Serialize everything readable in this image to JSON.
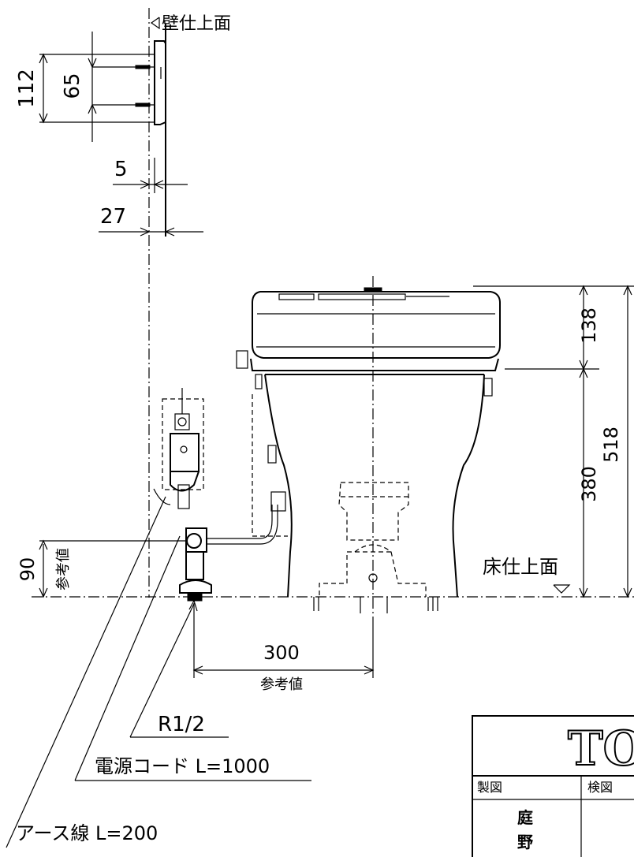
{
  "labels": {
    "wall_surface": "壁仕上面",
    "floor_surface": "床仕上面",
    "reference": "参考値",
    "reference_300": "参考値",
    "r12": "R1/2",
    "power_cord": "電源コード L=1000",
    "earth_wire": "アース線 L=200"
  },
  "dimensions": {
    "d112": "112",
    "d65": "65",
    "d5": "5",
    "d27": "27",
    "d138": "138",
    "d518": "518",
    "d380": "380",
    "d90": "90",
    "d300": "300"
  },
  "title_block": {
    "logo": "TO",
    "drawn_label": "製図",
    "checked_label": "検図",
    "drawer_name_1": "庭",
    "drawer_name_2": "野"
  }
}
